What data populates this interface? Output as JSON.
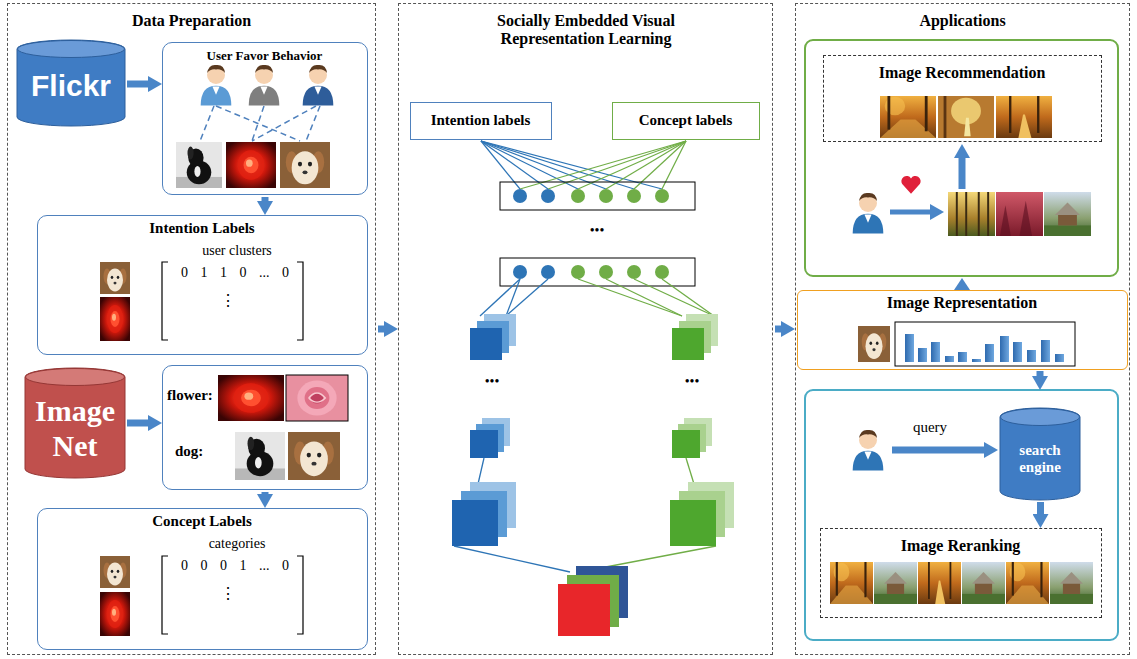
{
  "diagram": {
    "nodes": [
      {
        "text": [
          "Data Preparation"
        ]
      },
      {
        "text": [
          "Flickr"
        ],
        "in": 0
      },
      {
        "text": [
          "User Favor Behavior"
        ],
        "in": 0
      },
      {
        "text": [
          "Intention Labels",
          "user clusters",
          "0 1 1 0 ... 0",
          "⋮"
        ],
        "in": 0
      },
      {
        "text": [
          "Image Net"
        ],
        "in": 0
      },
      {
        "text": [
          "flower:",
          "dog:"
        ],
        "in": 0
      },
      {
        "text": [
          "Concept Labels",
          "categories",
          "0 0 0 1 ... 0",
          "⋮"
        ],
        "in": 0
      },
      {
        "text": [
          "Socially Embedded Visual Representation Learning"
        ]
      },
      {
        "text": [
          "Intention labels"
        ],
        "in": 7
      },
      {
        "text": [
          "Concept labels"
        ],
        "in": 7
      },
      {
        "text": [
          "Applications"
        ]
      },
      {
        "text": [
          "Image Recommendation"
        ],
        "in": 10
      },
      {
        "text": [
          "Image Representation"
        ],
        "in": 10
      },
      {
        "text": [
          "search engine"
        ],
        "in": 10
      },
      {
        "text": [
          "Image Reranking"
        ],
        "in": 10
      }
    ],
    "edges": [
      {
        "from": 1,
        "to": 2,
        "arrow": "to"
      },
      {
        "from": 2,
        "to": 3,
        "arrow": "to"
      },
      {
        "from": 4,
        "to": 5,
        "arrow": "to"
      },
      {
        "from": 5,
        "to": 6,
        "arrow": "to"
      },
      {
        "from": 0,
        "to": 7,
        "arrow": "to"
      },
      {
        "from": 7,
        "to": 10,
        "arrow": "to"
      },
      {
        "from": 13,
        "to": 14,
        "arrow": "to"
      }
    ],
    "labels": [
      "•••",
      "•••",
      "•••",
      "query"
    ]
  }
}
